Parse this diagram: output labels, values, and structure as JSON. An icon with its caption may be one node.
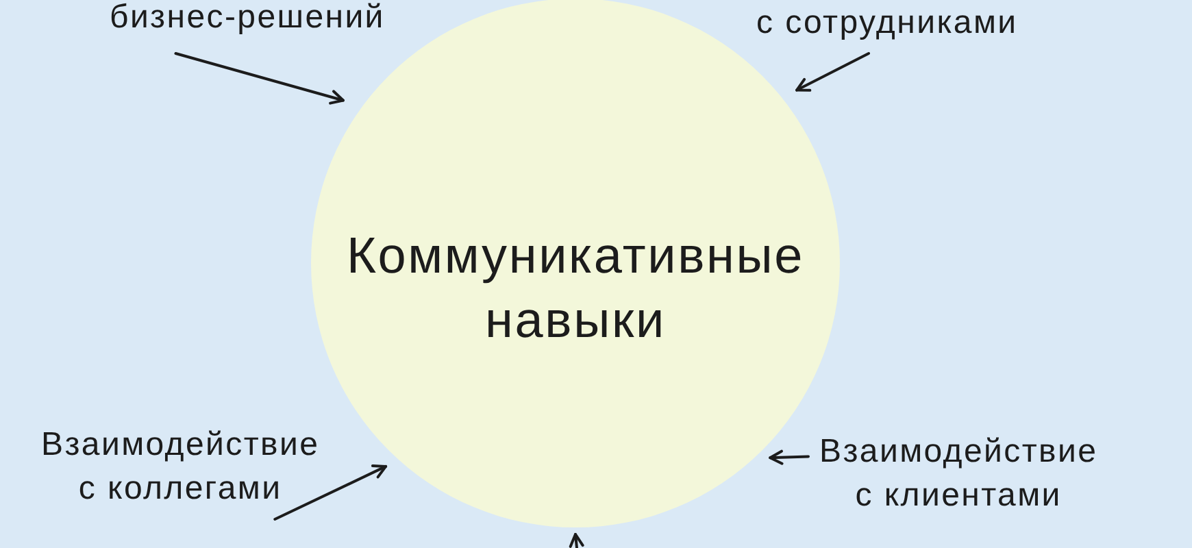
{
  "diagram": {
    "nodes": [
      {
        "text": [
          "бизнес-решений"
        ]
      },
      {
        "text": [
          "с сотрудниками"
        ]
      },
      {
        "text": [
          "Коммуникативные навыки"
        ]
      },
      {
        "text": [
          "Взаимодействие с коллегами"
        ]
      },
      {
        "text": [
          "Взаимодействие с клиентами"
        ]
      }
    ],
    "edges": [
      {
        "from": 0,
        "to": 2,
        "arrow": "to"
      },
      {
        "from": 1,
        "to": 2,
        "arrow": "to"
      },
      {
        "from": 3,
        "to": 2,
        "arrow": "to"
      },
      {
        "from": 4,
        "to": 2,
        "arrow": "to"
      },
      {
        "from": null,
        "to": 2,
        "arrow": "to"
      }
    ]
  }
}
